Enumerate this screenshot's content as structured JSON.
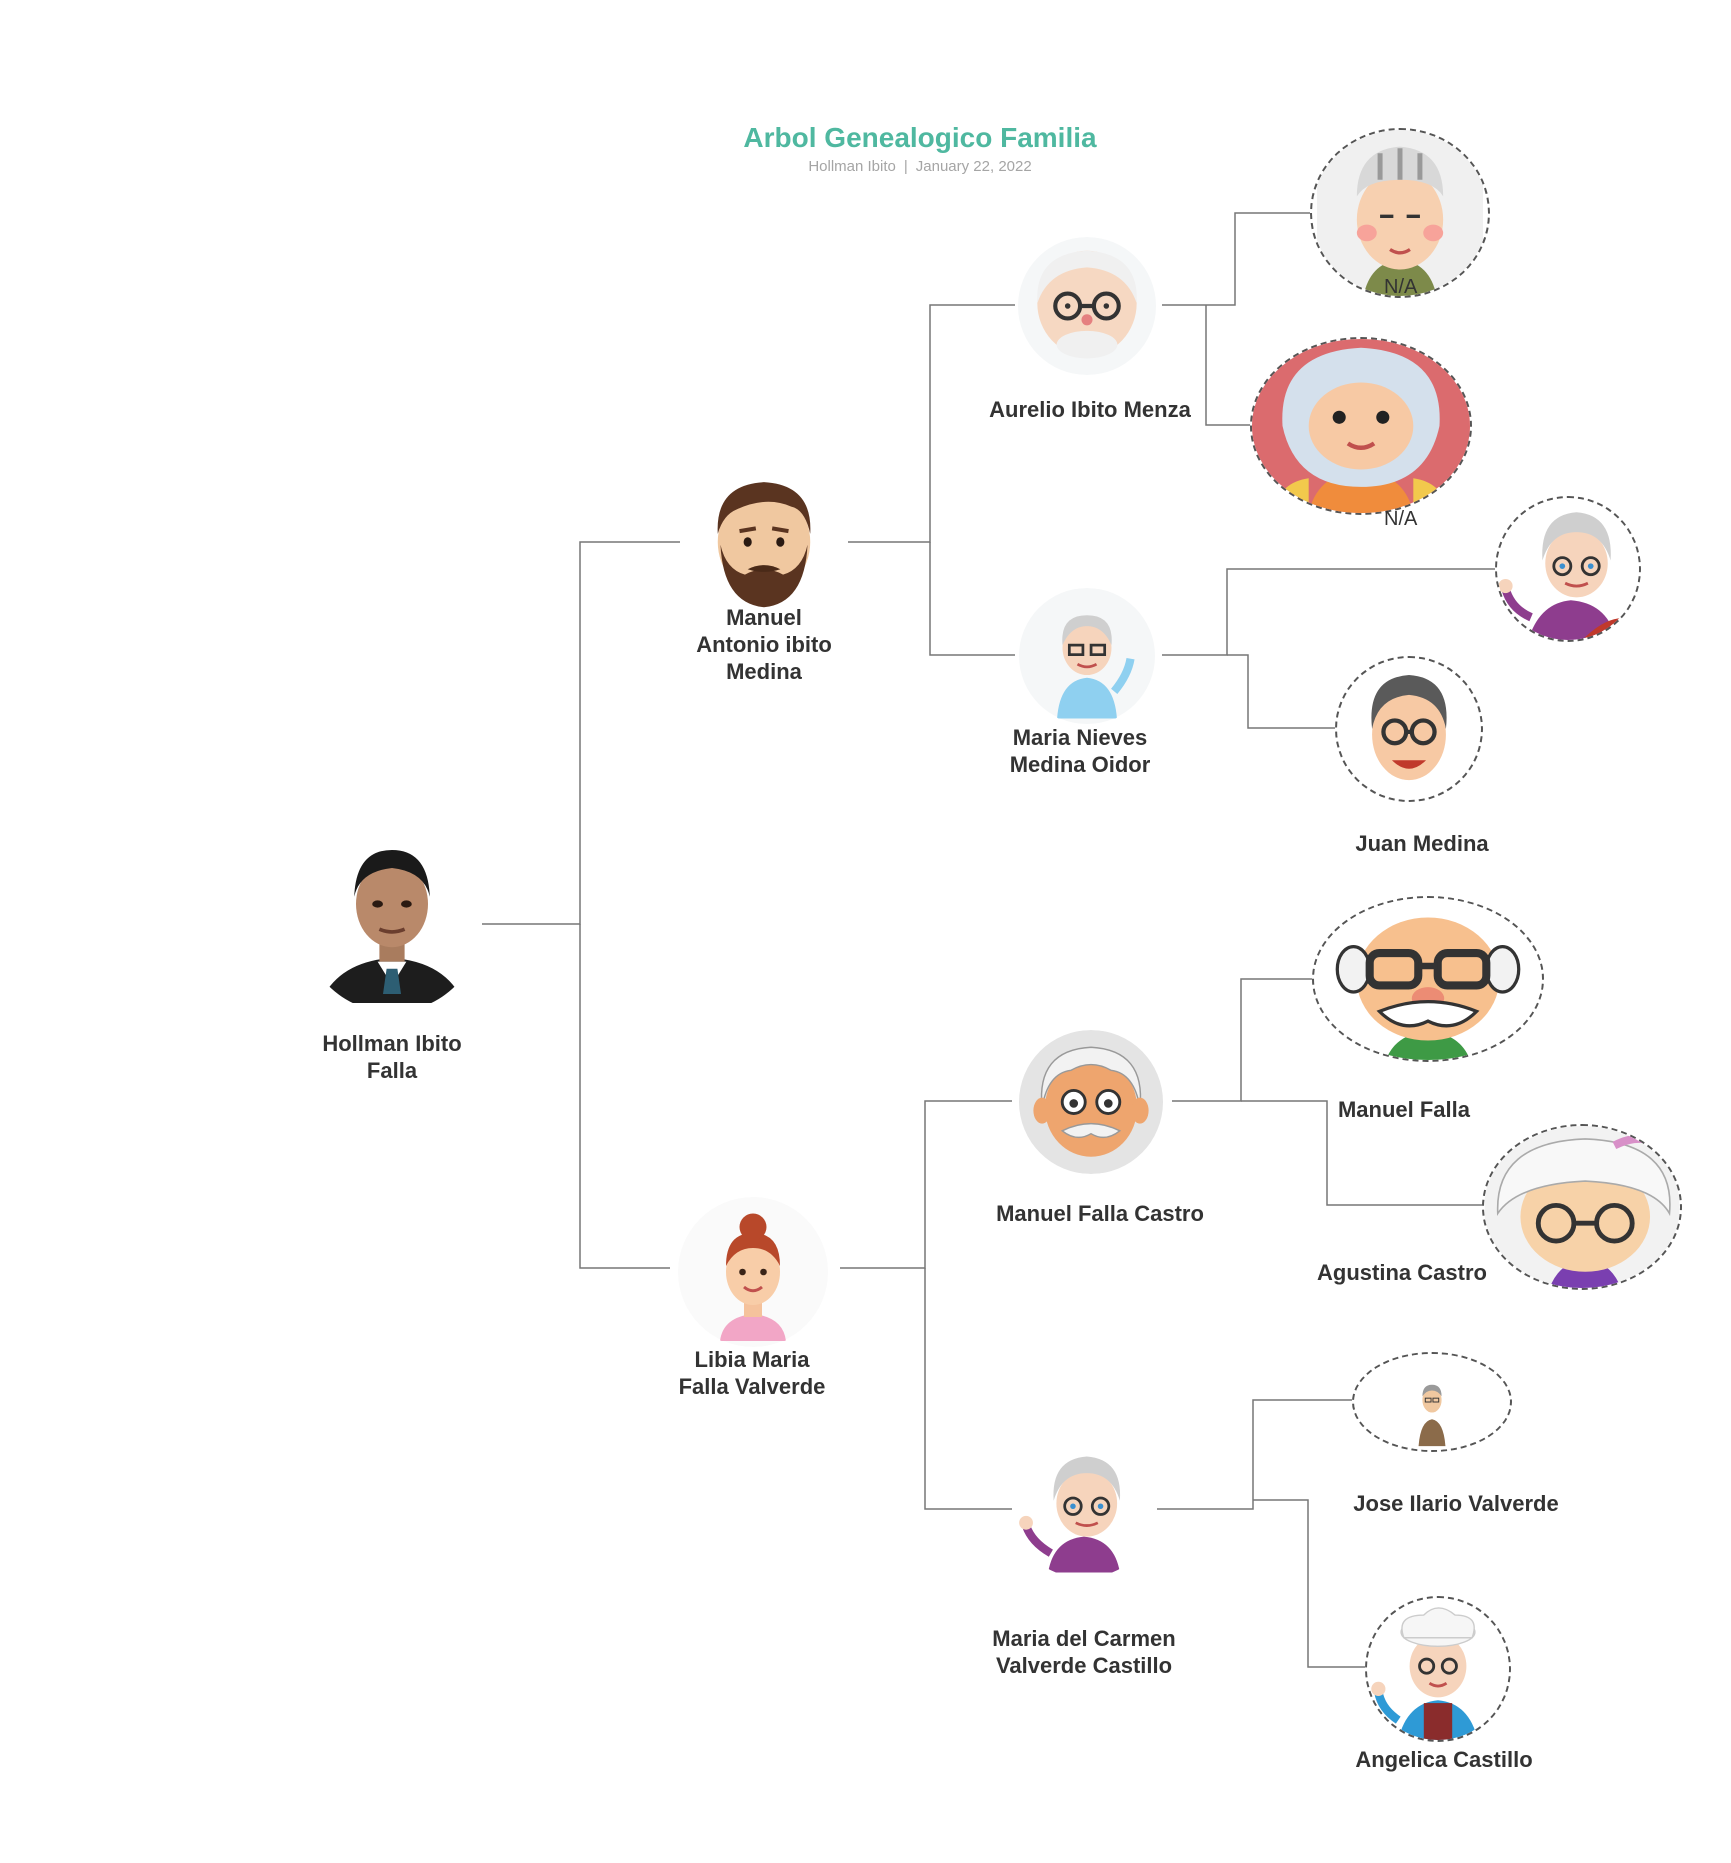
{
  "title": "Arbol Genealogico  Familia",
  "author": "Hollman Ibito",
  "date": "January 22, 2022",
  "colors": {
    "title": "#4fb8a0",
    "lines": "#777777",
    "text": "#333333"
  },
  "people": {
    "root": {
      "name": "Hollman Ibito\nFalla",
      "icon": "man-photo-avatar"
    },
    "father": {
      "name": "Manuel\nAntonio ibito\nMedina",
      "icon": "bearded-man-avatar"
    },
    "mother": {
      "name": "Libia Maria\nFalla Valverde",
      "icon": "woman-avatar"
    },
    "paternal_grandfather": {
      "name": "Aurelio Ibito Menza",
      "icon": "old-man-glasses-avatar"
    },
    "paternal_grandmother": {
      "name": "Maria Nieves\nMedina Oidor",
      "icon": "grandma-waving-avatar"
    },
    "maternal_grandfather": {
      "name": "Manuel Falla Castro",
      "icon": "old-man-mustache-avatar"
    },
    "maternal_grandmother": {
      "name": "Maria del Carmen\nValverde Castillo",
      "icon": "grandma-waving-avatar"
    },
    "gg1": {
      "name": "",
      "label": "N/A",
      "icon": "old-man-cap-avatar"
    },
    "gg2": {
      "name": "",
      "label": "N/A",
      "icon": "grandma-red-background-avatar"
    },
    "gg3": {
      "name": "",
      "icon": "grandma-superhero-avatar"
    },
    "gg4": {
      "name": "Juan Medina",
      "icon": "man-glasses-avatar"
    },
    "gg5": {
      "name": "Manuel Falla",
      "icon": "grandpa-big-glasses-avatar"
    },
    "gg6": {
      "name": "Agustina Castro",
      "icon": "grandma-round-glasses-avatar"
    },
    "gg7": {
      "name": "Jose Ilario Valverde",
      "icon": "small-old-man-avatar"
    },
    "gg8": {
      "name": "Angelica Castillo",
      "icon": "grandma-chef-avatar"
    }
  }
}
